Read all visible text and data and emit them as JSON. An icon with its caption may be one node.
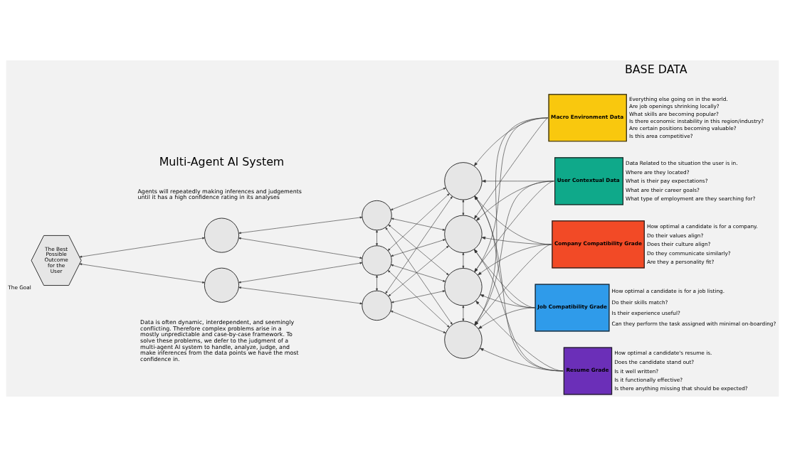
{
  "diagram": {
    "nodes": [
      {
        "text": [
          "The Best Possible Outcome for the User"
        ],
        "beside": [
          "The Goal"
        ]
      },
      {
        "text": [],
        "shape": "circle"
      },
      {
        "text": [],
        "shape": "circle"
      },
      {
        "text": [],
        "shape": "circle"
      },
      {
        "text": [],
        "shape": "circle"
      },
      {
        "text": [],
        "shape": "circle"
      },
      {
        "text": [],
        "shape": "circle"
      },
      {
        "text": [],
        "shape": "circle"
      },
      {
        "text": [],
        "shape": "circle"
      },
      {
        "text": [],
        "shape": "circle"
      },
      {
        "text": [
          "Macro Environment Data"
        ],
        "beside": [
          "Everything else going on in the world.",
          "Are job openings shrinking locally?",
          "What skills are becoming popular?",
          "Is there economic instability in this region/industry?",
          "Are certain positions becoming valuable?",
          "Is this area competitive?"
        ]
      },
      {
        "text": [
          "User Contextual Data"
        ],
        "beside": [
          "Data Related to the situation the user is in.",
          "Where are they located?",
          "What is their pay expectations?",
          "What are their career goals?",
          "What type of employment are they searching for?"
        ]
      },
      {
        "text": [
          "Company Compatibility Grade"
        ],
        "beside": [
          "How optimal a candidate is for a company.",
          "Do their values align?",
          "Does their culture align?",
          "Do they communicate similarly?",
          "Are they a personality fit?"
        ]
      },
      {
        "text": [
          "Job Compatibility Grade"
        ],
        "beside": [
          "How optimal a candidate is for a job listing.",
          "Do their skills match?",
          "Is their experience useful?",
          "Can they perform the task assigned with minimal on-boarding?"
        ]
      },
      {
        "text": [
          "Resume Grade"
        ],
        "beside": [
          "How optimal a candidate's resume is.",
          "Does the candidate stand out?",
          "Is it well written?",
          "Is it functionally effective?",
          "Is there anything missing that should be expected?"
        ]
      }
    ],
    "edges": [
      {
        "from": 0,
        "to": 1,
        "arrow": "both"
      },
      {
        "from": 0,
        "to": 2,
        "arrow": "both"
      },
      {
        "from": 1,
        "to": 3,
        "arrow": "both"
      },
      {
        "from": 1,
        "to": 4,
        "arrow": "both"
      },
      {
        "from": 2,
        "to": 4,
        "arrow": "both"
      },
      {
        "from": 2,
        "to": 5,
        "arrow": "both"
      },
      {
        "from": 3,
        "to": 4,
        "arrow": "both"
      },
      {
        "from": 4,
        "to": 5,
        "arrow": "both"
      },
      {
        "from": 3,
        "to": 6,
        "arrow": "both"
      },
      {
        "from": 3,
        "to": 7,
        "arrow": "both"
      },
      {
        "from": 3,
        "to": 8,
        "arrow": "both"
      },
      {
        "from": 3,
        "to": 9,
        "arrow": "both"
      },
      {
        "from": 4,
        "to": 6,
        "arrow": "both"
      },
      {
        "from": 4,
        "to": 7,
        "arrow": "both"
      },
      {
        "from": 4,
        "to": 8,
        "arrow": "both"
      },
      {
        "from": 4,
        "to": 9,
        "arrow": "both"
      },
      {
        "from": 5,
        "to": 6,
        "arrow": "both"
      },
      {
        "from": 5,
        "to": 7,
        "arrow": "both"
      },
      {
        "from": 5,
        "to": 8,
        "arrow": "both"
      },
      {
        "from": 5,
        "to": 9,
        "arrow": "both"
      },
      {
        "from": 6,
        "to": 7,
        "arrow": "both"
      },
      {
        "from": 7,
        "to": 8,
        "arrow": "both"
      },
      {
        "from": 8,
        "to": 9,
        "arrow": "both"
      },
      {
        "from": 10,
        "to": 6,
        "arrow": "to"
      },
      {
        "from": 10,
        "to": 7,
        "arrow": "to"
      },
      {
        "from": 10,
        "to": 8,
        "arrow": "to"
      },
      {
        "from": 10,
        "to": 9,
        "arrow": "to"
      },
      {
        "from": 11,
        "to": 6,
        "arrow": "to"
      },
      {
        "from": 11,
        "to": 7,
        "arrow": "to"
      },
      {
        "from": 11,
        "to": 8,
        "arrow": "to"
      },
      {
        "from": 11,
        "to": 9,
        "arrow": "to"
      },
      {
        "from": 12,
        "to": 6,
        "arrow": "to"
      },
      {
        "from": 12,
        "to": 7,
        "arrow": "to"
      },
      {
        "from": 12,
        "to": 8,
        "arrow": "to"
      },
      {
        "from": 12,
        "to": 9,
        "arrow": "to"
      },
      {
        "from": 13,
        "to": 6,
        "arrow": "to"
      },
      {
        "from": 13,
        "to": 7,
        "arrow": "to"
      },
      {
        "from": 13,
        "to": 8,
        "arrow": "to"
      },
      {
        "from": 13,
        "to": 9,
        "arrow": "to"
      },
      {
        "from": 14,
        "to": 6,
        "arrow": "to"
      },
      {
        "from": 14,
        "to": 7,
        "arrow": "to"
      },
      {
        "from": 14,
        "to": 8,
        "arrow": "to"
      },
      {
        "from": 14,
        "to": 9,
        "arrow": "to"
      }
    ],
    "labels": [
      "BASE DATA",
      "Multi-Agent AI System",
      "Agents will repeatedly making inferences and judgements until it has a high confidence rating in its analyses",
      "Data is often dynamic, interdependent, and seemingly conflicting. Therefore complex problems arise in a mostly unpredictable and case-by-case framework. To solve these problems, we defer to the judgment of a multi-agent AI system to handle, analyze, judge, and make inferences from the data points we have the most confidence in."
    ]
  }
}
